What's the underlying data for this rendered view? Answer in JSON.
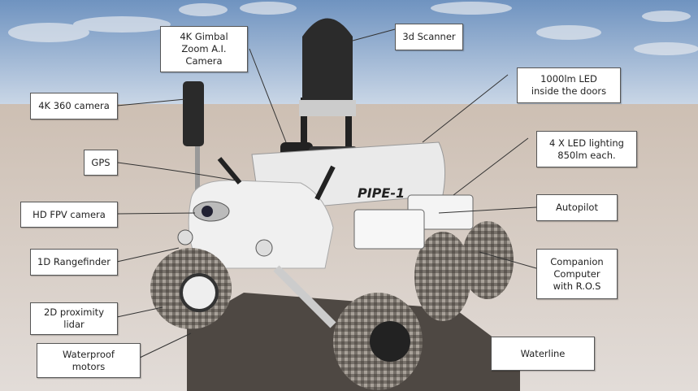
{
  "labels": {
    "gimbal_camera": "4K Gimbal\nZoom A.I.\nCamera",
    "scanner": "3d Scanner",
    "led_doors": "1000lm LED\ninside the doors",
    "camera_360": "4K 360 camera",
    "led_lighting": "4 X LED lighting\n850lm each.",
    "gps": "GPS",
    "autopilot": "Autopilot",
    "fpv_camera": "HD FPV camera",
    "rangefinder": "1D Rangefinder",
    "companion": "Companion\nComputer\nwith R.O.S",
    "lidar": "2D proximity\nlidar",
    "motors": "Waterproof\nmotors",
    "waterline": "Waterline"
  },
  "rover_logo": "PIPE-1",
  "colors": {
    "sky_top": "#6f93c0",
    "sky_bottom": "#c9d6e6",
    "ground": "#d8cfc8",
    "rover_body": "#eeeeee",
    "tire": "#6b6660"
  }
}
